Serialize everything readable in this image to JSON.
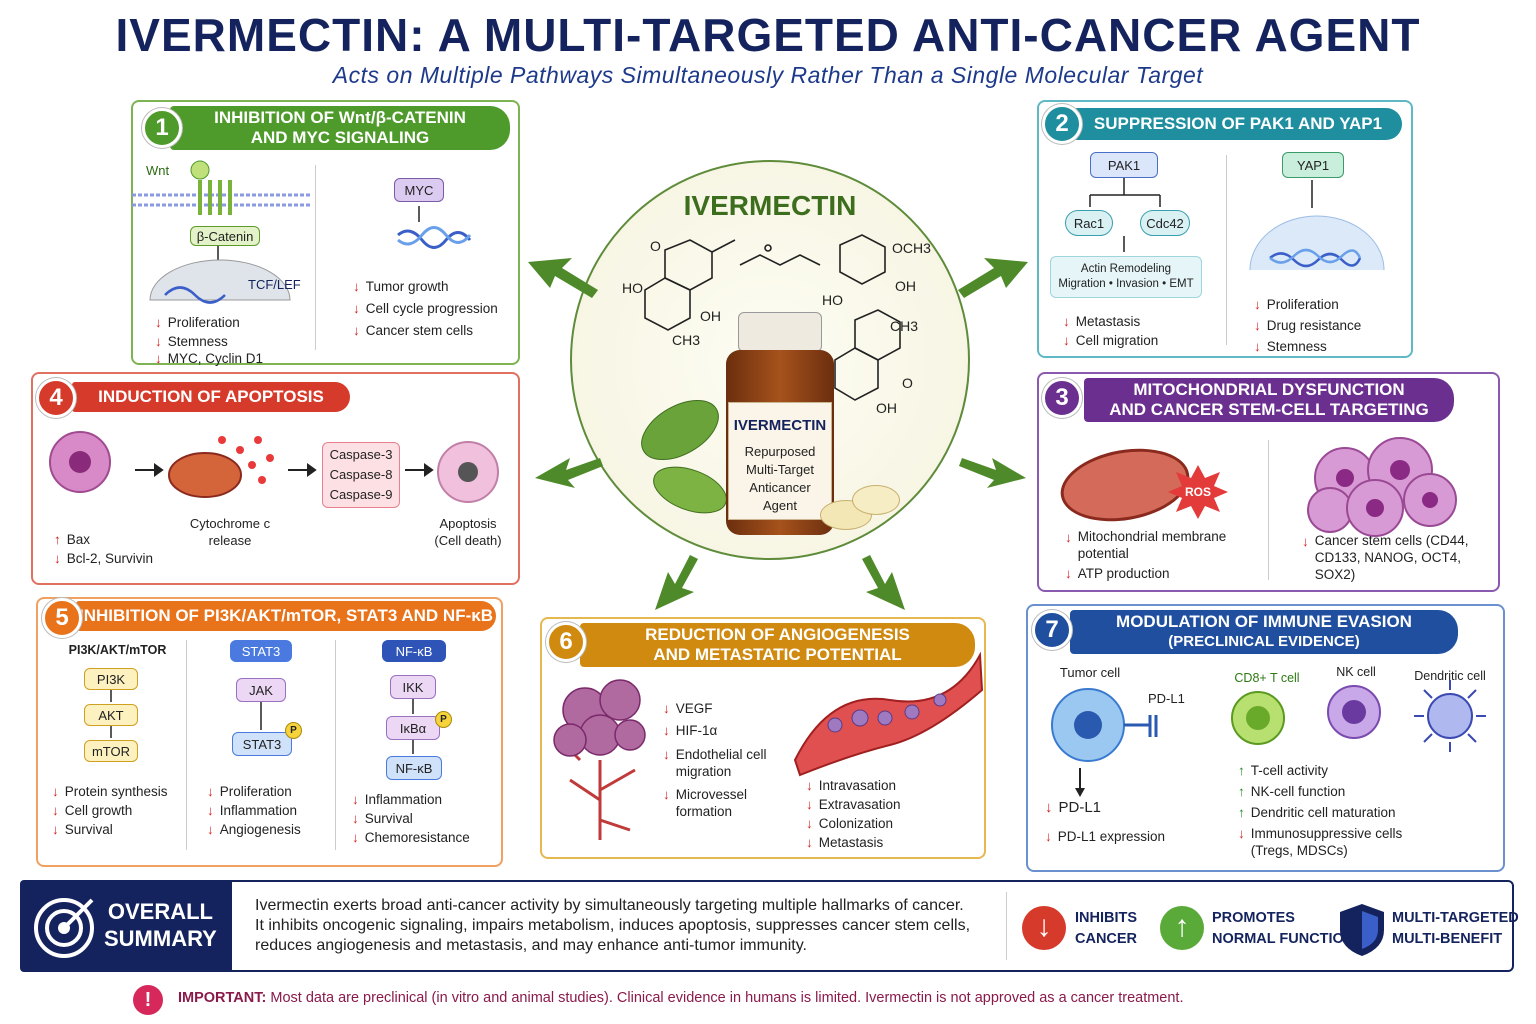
{
  "header": {
    "title": "IVERMECTIN: A MULTI-TARGETED ANTI-CANCER AGENT",
    "subtitle": "Acts on Multiple Pathways Simultaneously Rather Than a Single Molecular Target"
  },
  "center": {
    "title": "IVERMECTIN",
    "bottle_label": "IVERMECTIN",
    "bottle_text": [
      "Repurposed",
      "Multi-Target",
      "Anticancer",
      "Agent"
    ],
    "chem_labels": [
      "HO",
      "OH",
      "CH3",
      "HO",
      "OCH3",
      "OH",
      "CH3",
      "OH",
      "O",
      "O"
    ]
  },
  "p1": {
    "num": "1",
    "title": [
      "INHIBITION OF Wnt/β-CATENIN",
      "AND MYC SIGNALING"
    ],
    "wnt": "Wnt",
    "bcat": "β-Catenin",
    "tcf": "TCF/LEF",
    "myc": "MYC",
    "left_list": [
      "Proliferation",
      "Stemness",
      "MYC, Cyclin D1"
    ],
    "right_list": [
      "Tumor growth",
      "Cell cycle progression",
      "Cancer stem cells"
    ]
  },
  "p2": {
    "num": "2",
    "title": "SUPPRESSION OF PAK1 AND YAP1",
    "pak1": "PAK1",
    "rac1": "Rac1",
    "cdc42": "Cdc42",
    "actin": "Actin Remodeling",
    "actin_sub": "Migration • Invasion • EMT",
    "yap1": "YAP1",
    "left_list": [
      "Metastasis",
      "Cell migration"
    ],
    "right_list": [
      "Proliferation",
      "Drug resistance",
      "Stemness"
    ]
  },
  "p3": {
    "num": "3",
    "title": [
      "MITOCHONDRIAL DYSFUNCTION",
      "AND CANCER STEM-CELL TARGETING"
    ],
    "ros": "ROS",
    "left_list": [
      "Mitochondrial membrane potential",
      "ATP production"
    ],
    "right_list": [
      "Cancer stem cells (CD44, CD133, NANOG, OCT4, SOX2)"
    ]
  },
  "p4": {
    "num": "4",
    "title": "INDUCTION OF APOPTOSIS",
    "casp": [
      "Caspase-3",
      "Caspase-8",
      "Caspase-9"
    ],
    "cyto": "Cytochrome c release",
    "apop": "Apoptosis (Cell death)",
    "up": "Bax",
    "down": "Bcl-2, Survivin"
  },
  "p5": {
    "num": "5",
    "title": "INHIBITION OF PI3K/AKT/mTOR, STAT3 AND NF-κB",
    "col1": {
      "head": "PI3K/AKT/mTOR",
      "nodes": [
        "PI3K",
        "AKT",
        "mTOR"
      ],
      "list": [
        "Protein synthesis",
        "Cell growth",
        "Survival"
      ]
    },
    "col2": {
      "head": "STAT3",
      "nodes": [
        "JAK",
        "STAT3"
      ],
      "p": "P",
      "list": [
        "Proliferation",
        "Inflammation",
        "Angiogenesis"
      ]
    },
    "col3": {
      "head": "NF-κB",
      "nodes": [
        "IKK",
        "IκBα",
        "NF-κB"
      ],
      "p": "P",
      "list": [
        "Inflammation",
        "Survival",
        "Chemoresistance"
      ]
    }
  },
  "p6": {
    "num": "6",
    "title": [
      "REDUCTION OF ANGIOGENESIS",
      "AND METASTATIC POTENTIAL"
    ],
    "left_list": [
      "VEGF",
      "HIF-1α",
      "Endothelial cell migration",
      "Microvessel formation"
    ],
    "right_list": [
      "Intravasation",
      "Extravasation",
      "Colonization",
      "Metastasis"
    ]
  },
  "p7": {
    "num": "7",
    "title": [
      "MODULATION OF IMMUNE EVASION",
      "(PRECLINICAL EVIDENCE)"
    ],
    "tumor": "Tumor cell",
    "pdl1": "PD-L1",
    "pdl1_down": "PD-L1",
    "pdl1_expr": "PD-L1 expression",
    "cd8": "CD8+ T cell",
    "nk": "NK cell",
    "dc": "Dendritic cell",
    "up_list": [
      "T-cell activity",
      "NK-cell function",
      "Dendritic cell maturation"
    ],
    "down_list": [
      "Immunosuppressive cells (Tregs, MDSCs)"
    ]
  },
  "summary": {
    "title": [
      "OVERALL",
      "SUMMARY"
    ],
    "text": "Ivermectin exerts broad anti-cancer activity by simultaneously targeting multiple hallmarks of cancer. It inhibits oncogenic signaling, impairs metabolism, induces apoptosis, suppresses cancer stem cells, reduces angiogenesis and metastasis, and may enhance anti-tumor immunity.",
    "legend": [
      [
        "INHIBITS",
        "CANCER"
      ],
      [
        "PROMOTES",
        "NORMAL FUNCTION"
      ],
      [
        "MULTI-TARGETED",
        "MULTI-BENEFIT"
      ]
    ]
  },
  "important": {
    "label": "IMPORTANT:",
    "text": "Most data are preclinical (in vitro and animal studies). Clinical evidence in humans is limited. Ivermectin is not approved as a cancer treatment."
  },
  "colors": {
    "p1": "#4e9a2a",
    "p2": "#1f8fa0",
    "p3": "#6b2f8f",
    "p4": "#d63a2a",
    "p5": "#e8731a",
    "p6": "#d08a10",
    "p7": "#1f4f9e",
    "navy": "#14235e"
  }
}
